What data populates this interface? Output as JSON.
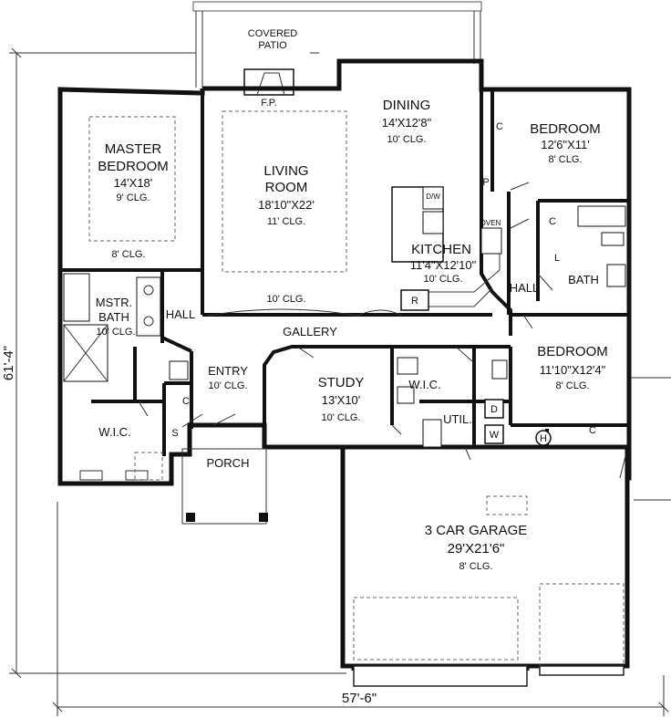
{
  "dimensions": {
    "width_label": "57'-6\"",
    "depth_label": "61'-4\""
  },
  "rooms": {
    "covered_patio": {
      "line1": "COVERED",
      "line2": "PATIO"
    },
    "fireplace": "F.P.",
    "master_bedroom": {
      "line1": "MASTER",
      "line2": "BEDROOM",
      "size": "14'X18'",
      "ceiling": "9' CLG.",
      "ceiling_below": "8' CLG."
    },
    "living_room": {
      "line1": "LIVING",
      "line2": "ROOM",
      "size": "18'10\"X22'",
      "ceiling": "11' CLG.",
      "ceiling_below": "10' CLG."
    },
    "dining": {
      "name": "DINING",
      "size": "14'X12'8\"",
      "ceiling": "10' CLG."
    },
    "bedroom_2": {
      "name": "BEDROOM",
      "size": "12'6\"X11'",
      "ceiling": "8' CLG."
    },
    "kitchen": {
      "name": "KITCHEN",
      "size": "11'4\"X12'10\"",
      "ceiling": "10' CLG."
    },
    "master_bath": {
      "line1": "MSTR.",
      "line2": "BATH",
      "ceiling": "10' CLG."
    },
    "hall_left": "HALL",
    "hall_right": "HALL",
    "bath": "BATH",
    "gallery": "GALLERY",
    "bedroom_3": {
      "name": "BEDROOM",
      "size": "11'10\"X12'4\"",
      "ceiling": "8' CLG."
    },
    "entry": {
      "name": "ENTRY",
      "ceiling": "10' CLG."
    },
    "study": {
      "name": "STUDY",
      "size": "13'X10'",
      "ceiling": "10' CLG."
    },
    "wic_small": "W.I.C.",
    "utility": "UTIL.",
    "wic_master": "W.I.C.",
    "porch": "PORCH",
    "garage": {
      "name": "3 CAR GARAGE",
      "size": "29'X21'6\"",
      "ceiling": "8' CLG."
    }
  },
  "fixtures": {
    "closet": "C",
    "pantry": "P",
    "storage": "S",
    "linen": "L",
    "dishwasher": "D/W",
    "oven": "OVEN",
    "refrigerator": "R",
    "dryer": "D",
    "washer": "W",
    "water_heater": "H"
  }
}
